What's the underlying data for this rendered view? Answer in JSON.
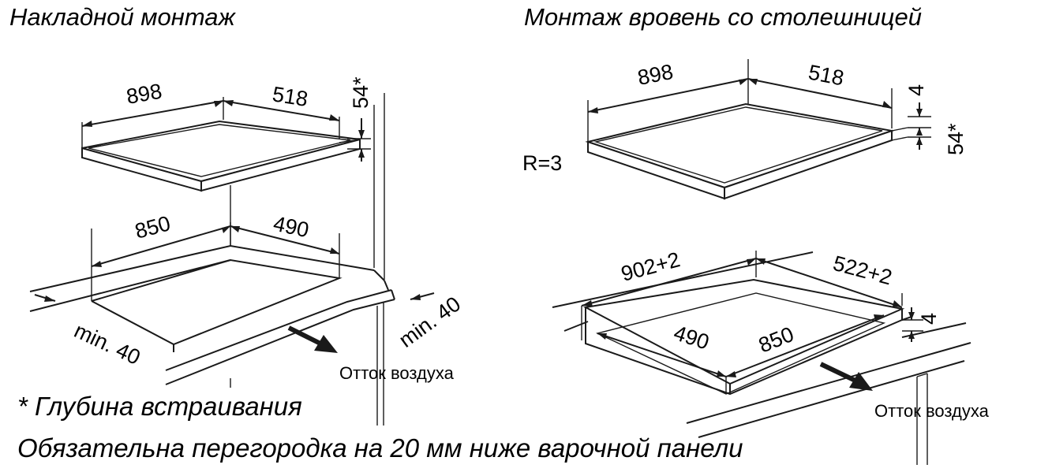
{
  "titles": {
    "surface": "Накладной монтаж",
    "flush": "Монтаж вровень со столешницей"
  },
  "surface_mount": {
    "hob_width": "898",
    "hob_depth": "518",
    "install_depth": "54*",
    "cutout_width": "850",
    "cutout_depth": "490",
    "min_front": "min. 40",
    "min_side": "min. 40",
    "airflow": "Отток воздуха"
  },
  "flush_mount": {
    "hob_width": "898",
    "hob_depth": "518",
    "rebate_depth": "4",
    "install_depth": "54*",
    "radius": "R=3",
    "rebate_width": "902+2",
    "rebate_length": "522+2",
    "rebate_depth_2": "4",
    "cutout_depth": "490",
    "cutout_width": "850",
    "airflow": "Отток воздуха"
  },
  "notes": {
    "footnote": "* Глубина встраивания",
    "partition": "Обязательна перегородка на 20 мм ниже варочной панели"
  }
}
